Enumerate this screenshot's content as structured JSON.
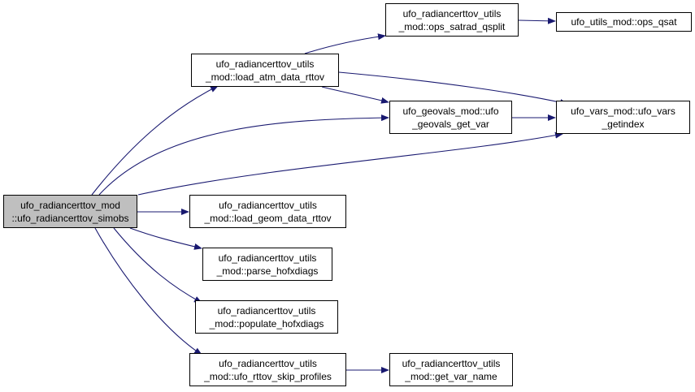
{
  "colors": {
    "edge": "#191970",
    "root_fill": "#bfbfbf",
    "node_fill": "#ffffff",
    "node_border": "#000000"
  },
  "nodes": {
    "simobs": {
      "line1": "ufo_radiancerttov_mod",
      "line2": "::ufo_radiancerttov_simobs"
    },
    "load_atm": {
      "line1": "ufo_radiancerttov_utils",
      "line2": "_mod::load_atm_data_rttov"
    },
    "qsplit": {
      "line1": "ufo_radiancerttov_utils",
      "line2": "_mod::ops_satrad_qsplit"
    },
    "qsat": {
      "line1": "ufo_utils_mod::ops_qsat"
    },
    "get_var": {
      "line1": "ufo_geovals_mod::ufo",
      "line2": "_geovals_get_var"
    },
    "getindex": {
      "line1": "ufo_vars_mod::ufo_vars",
      "line2": "_getindex"
    },
    "load_geom": {
      "line1": "ufo_radiancerttov_utils",
      "line2": "_mod::load_geom_data_rttov"
    },
    "parse": {
      "line1": "ufo_radiancerttov_utils",
      "line2": "_mod::parse_hofxdiags"
    },
    "populate": {
      "line1": "ufo_radiancerttov_utils",
      "line2": "_mod::populate_hofxdiags"
    },
    "skip": {
      "line1": "ufo_radiancerttov_utils",
      "line2": "_mod::ufo_rttov_skip_profiles"
    },
    "var_name": {
      "line1": "ufo_radiancerttov_utils",
      "line2": "_mod::get_var_name"
    }
  },
  "edges": [
    {
      "from": "simobs",
      "to": "load_atm"
    },
    {
      "from": "simobs",
      "to": "get_var"
    },
    {
      "from": "simobs",
      "to": "getindex"
    },
    {
      "from": "simobs",
      "to": "load_geom"
    },
    {
      "from": "simobs",
      "to": "parse"
    },
    {
      "from": "simobs",
      "to": "populate"
    },
    {
      "from": "simobs",
      "to": "skip"
    },
    {
      "from": "load_atm",
      "to": "qsplit"
    },
    {
      "from": "load_atm",
      "to": "get_var"
    },
    {
      "from": "load_atm",
      "to": "getindex"
    },
    {
      "from": "qsplit",
      "to": "qsat"
    },
    {
      "from": "get_var",
      "to": "getindex"
    },
    {
      "from": "skip",
      "to": "var_name"
    }
  ]
}
